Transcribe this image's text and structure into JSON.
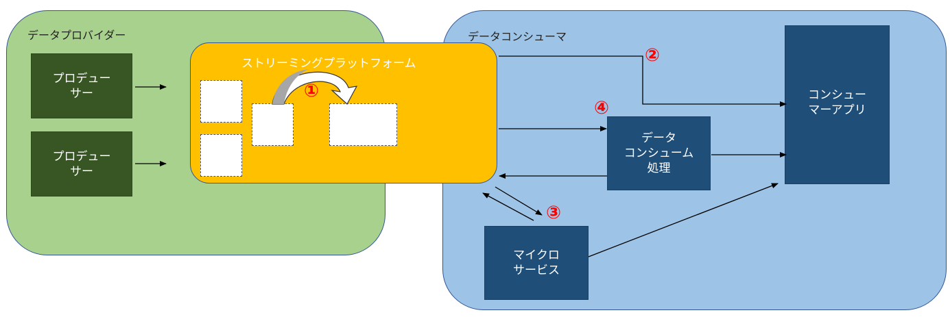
{
  "provider": {
    "label": "データプロバイダー",
    "producers": [
      "プロデュー\nサー",
      "プロデュー\nサー"
    ]
  },
  "platform": {
    "label": "ストリーミングプラットフォーム"
  },
  "consumer": {
    "label": "データコンシューマ",
    "app": "コンシュー\nマーアプリ",
    "processing": "データ\nコンシューム\n処理",
    "microservice": "マイクロ\nサービス"
  },
  "markers": [
    "①",
    "②",
    "③",
    "④"
  ],
  "colors": {
    "provider_bg": "#a9d18e",
    "consumer_bg": "#9dc3e6",
    "platform_bg": "#ffc000",
    "dark_box": "#1f4e79",
    "producer_box": "#375623",
    "marker": "#ff0000"
  }
}
